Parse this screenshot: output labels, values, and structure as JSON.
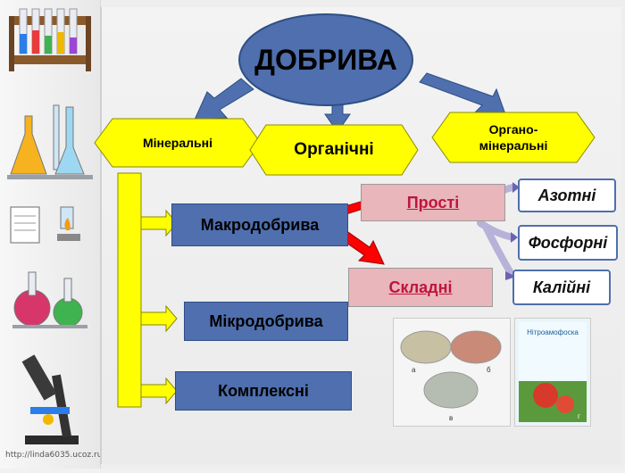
{
  "diagram": {
    "title": "ДОБРИВА",
    "categories": {
      "mineral": "Мінеральні",
      "organic": "Органічні",
      "organo_mineral": "Органо-мінеральні"
    },
    "mineral_types": {
      "macro": "Макродобрива",
      "micro": "Мікродобрива",
      "complex": "Комплексні"
    },
    "macro_kinds": {
      "simple": "Прості",
      "compound": "Складні"
    },
    "simple_kinds": {
      "nitrogen": "Азотні",
      "phosphorus": "Фосфорні",
      "potassium": "Калійні"
    }
  },
  "photos": {
    "label_a": "а",
    "label_b": "б",
    "label_c": "в",
    "label_d": "г",
    "package_title": "Нітроамофоска"
  },
  "colors": {
    "blue": "#4f6fae",
    "yellow": "#ffff00",
    "red": "#ff0000",
    "pink": "#e8b6bb",
    "link_text": "#c0143c",
    "connector": "#b7b2d8"
  },
  "watermark": "http://linda6035.ucoz.ru/"
}
